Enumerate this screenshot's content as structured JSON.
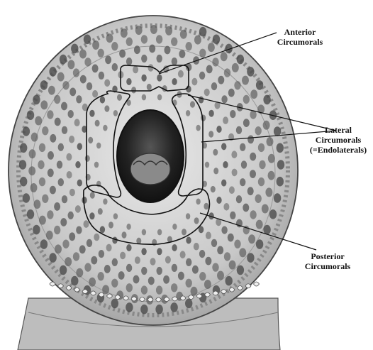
{
  "labels": {
    "anterior": [
      "Anterior",
      "Circumorals"
    ],
    "lateral": [
      "Lateral",
      "Circumorals",
      "(=Endolaterals)"
    ],
    "posterior": [
      "Posterior",
      "Circumorals"
    ]
  },
  "colors": {
    "disc_light": "#dcdcdc",
    "disc_mid": "#b5b5b5",
    "disc_dark": "#7a7a7a",
    "tooth": "#4a4a4a",
    "outline": "#1a1a1a",
    "mouth": "#1e1e1e"
  },
  "icon_names": [
    "lamprey-oral-disc-illustration",
    "tooth-icon"
  ]
}
